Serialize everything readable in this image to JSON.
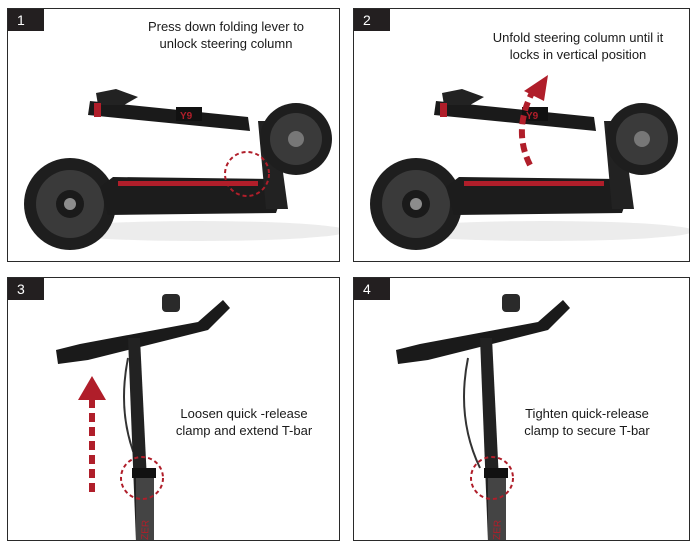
{
  "steps": [
    {
      "number": "1",
      "text": [
        "Press down folding lever to",
        "unlock steering column"
      ]
    },
    {
      "number": "2",
      "text": [
        "Unfold steering column until it",
        "locks in vertical position"
      ]
    },
    {
      "number": "3",
      "text": [
        "Loosen quick -release",
        "clamp and extend T-bar"
      ]
    },
    {
      "number": "4",
      "text": [
        "Tighten quick-release",
        "clamp to secure T-bar"
      ]
    }
  ],
  "brand_mark": "ZER",
  "colors": {
    "accent_red": "#b01e2a",
    "frame": "#1c1c1c",
    "panel_border": "#2a2a2a"
  }
}
